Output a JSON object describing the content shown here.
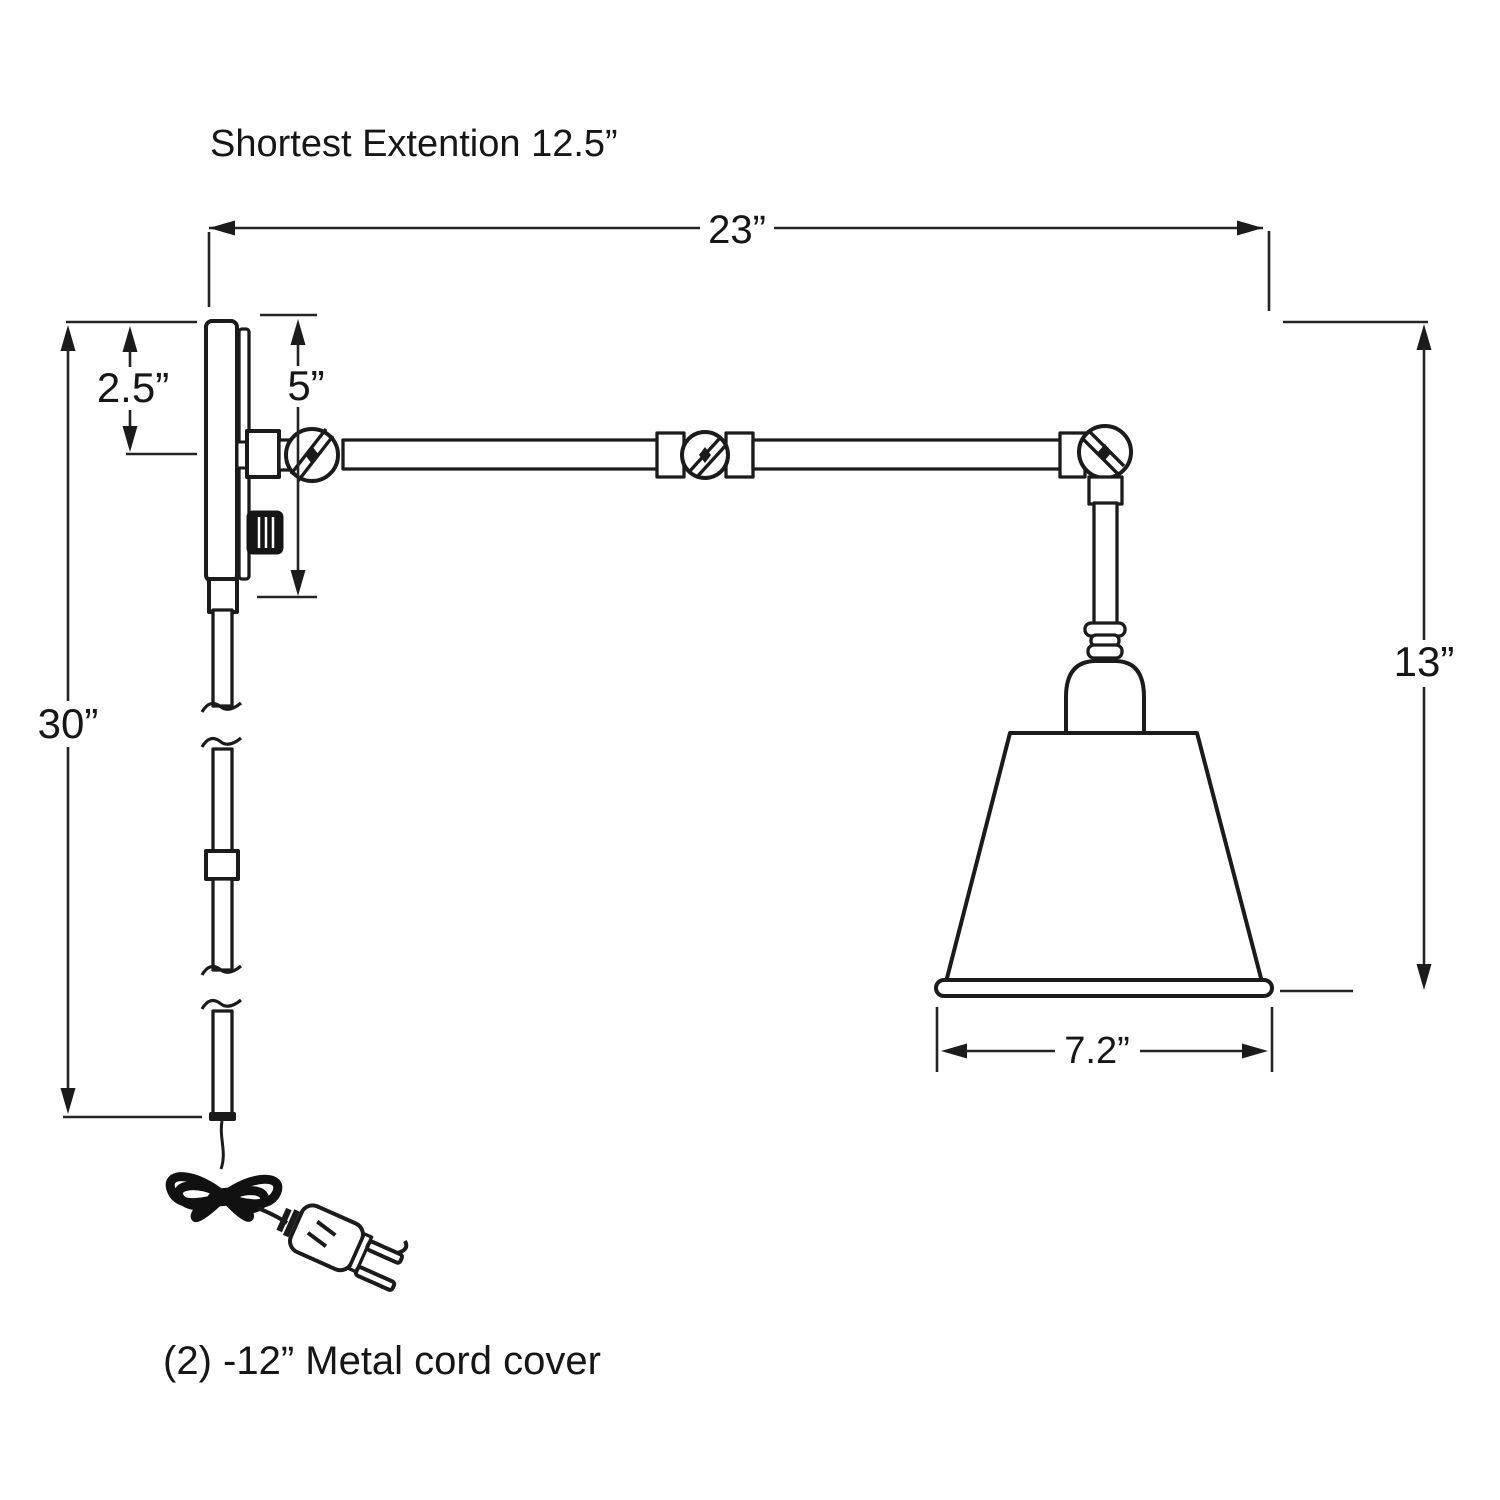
{
  "diagram": {
    "title": "Shortest Extention 12.5”",
    "footnote": "(2) -12” Metal cord cover"
  },
  "dimensions": {
    "overall_extension": "23”",
    "plate_top_to_arm": "2.5”",
    "backplate_height": "5”",
    "cord_cover_length": "30”",
    "arm_to_shade_bottom": "13”",
    "shade_diameter": "7.2”"
  },
  "colors": {
    "ink": "#1b1b1b",
    "background": "#ffffff"
  }
}
